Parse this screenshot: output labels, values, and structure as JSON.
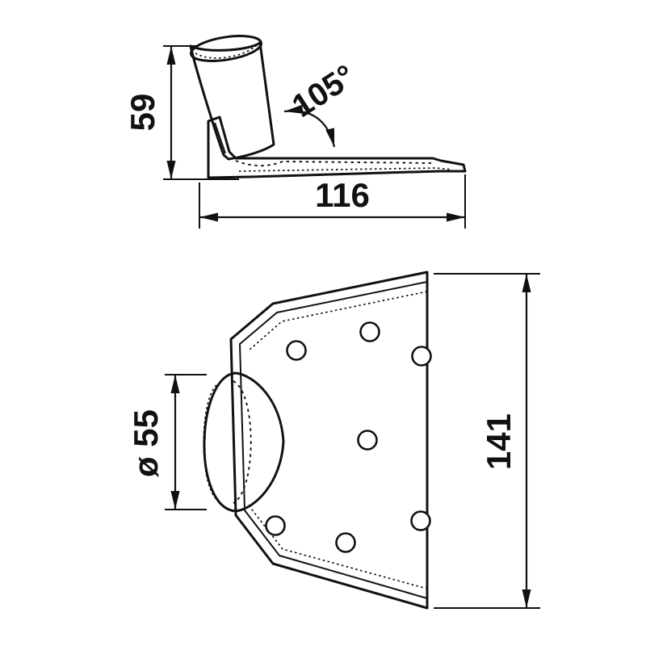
{
  "drawing": {
    "kind": "technical-drawing-two-views",
    "side_view": {
      "height_label": "59",
      "width_label": "116",
      "angle_label": "105°"
    },
    "front_view": {
      "hub_diameter_label": "ø 55",
      "plate_height_label": "141"
    },
    "colors": {
      "background": "#ffffff",
      "part_fill": "#cbd0d2",
      "tube_fill": "#bfc4c7",
      "rim_fill": "#c8cdcf",
      "hub_fill": "#ced3d5",
      "hole_fill": "#ffffff",
      "line": "#111111"
    }
  }
}
